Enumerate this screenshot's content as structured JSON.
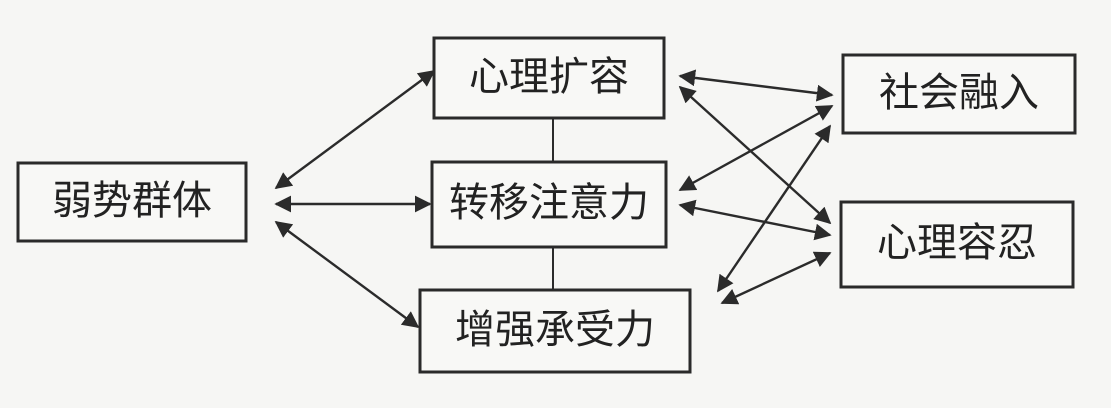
{
  "nodes": {
    "source": {
      "label": "弱势群体"
    },
    "mid_top": {
      "label": "心理扩容"
    },
    "mid_center": {
      "label": "转移注意力"
    },
    "mid_bottom": {
      "label": "增强承受力"
    },
    "out_top": {
      "label": "社会融入"
    },
    "out_bottom": {
      "label": "心理容忍"
    }
  },
  "edges": [
    {
      "from": "弱势群体",
      "to": "心理扩容",
      "type": "bidirectional"
    },
    {
      "from": "弱势群体",
      "to": "转移注意力",
      "type": "bidirectional"
    },
    {
      "from": "弱势群体",
      "to": "增强承受力",
      "type": "bidirectional"
    },
    {
      "from": "心理扩容",
      "to": "社会融入",
      "type": "bidirectional"
    },
    {
      "from": "心理扩容",
      "to": "心理容忍",
      "type": "bidirectional"
    },
    {
      "from": "转移注意力",
      "to": "社会融入",
      "type": "bidirectional"
    },
    {
      "from": "转移注意力",
      "to": "心理容忍",
      "type": "bidirectional"
    },
    {
      "from": "增强承受力",
      "to": "社会融入",
      "type": "bidirectional"
    },
    {
      "from": "增强承受力",
      "to": "心理容忍",
      "type": "bidirectional"
    },
    {
      "from": "心理扩容",
      "to": "转移注意力",
      "type": "line"
    },
    {
      "from": "转移注意力",
      "to": "增强承受力",
      "type": "line"
    }
  ]
}
